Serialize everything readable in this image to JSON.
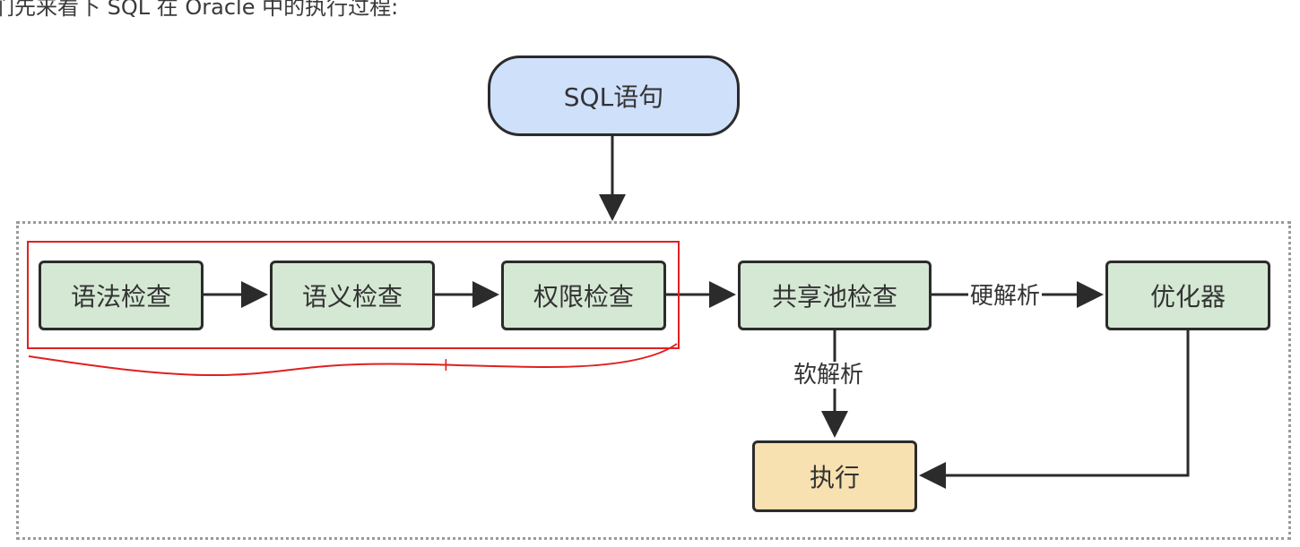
{
  "caption": "们先来看下 SQL 在 Oracle 中的执行过程:",
  "nodes": {
    "sql": "SQL语句",
    "syntax_check": "语法检查",
    "semantic_check": "语义检查",
    "permission_check": "权限检查",
    "shared_pool_check": "共享池检查",
    "optimizer": "优化器",
    "execute": "执行"
  },
  "edges": {
    "hard_parse": "硬解析",
    "soft_parse": "软解析"
  },
  "annotation": {
    "mark": "+"
  },
  "colors": {
    "start_fill": "#cfe0fb",
    "step_fill": "#d5e8d4",
    "exec_fill": "#f7e1b0",
    "highlight": "#e02020",
    "arrow": "#2b2b2b"
  }
}
